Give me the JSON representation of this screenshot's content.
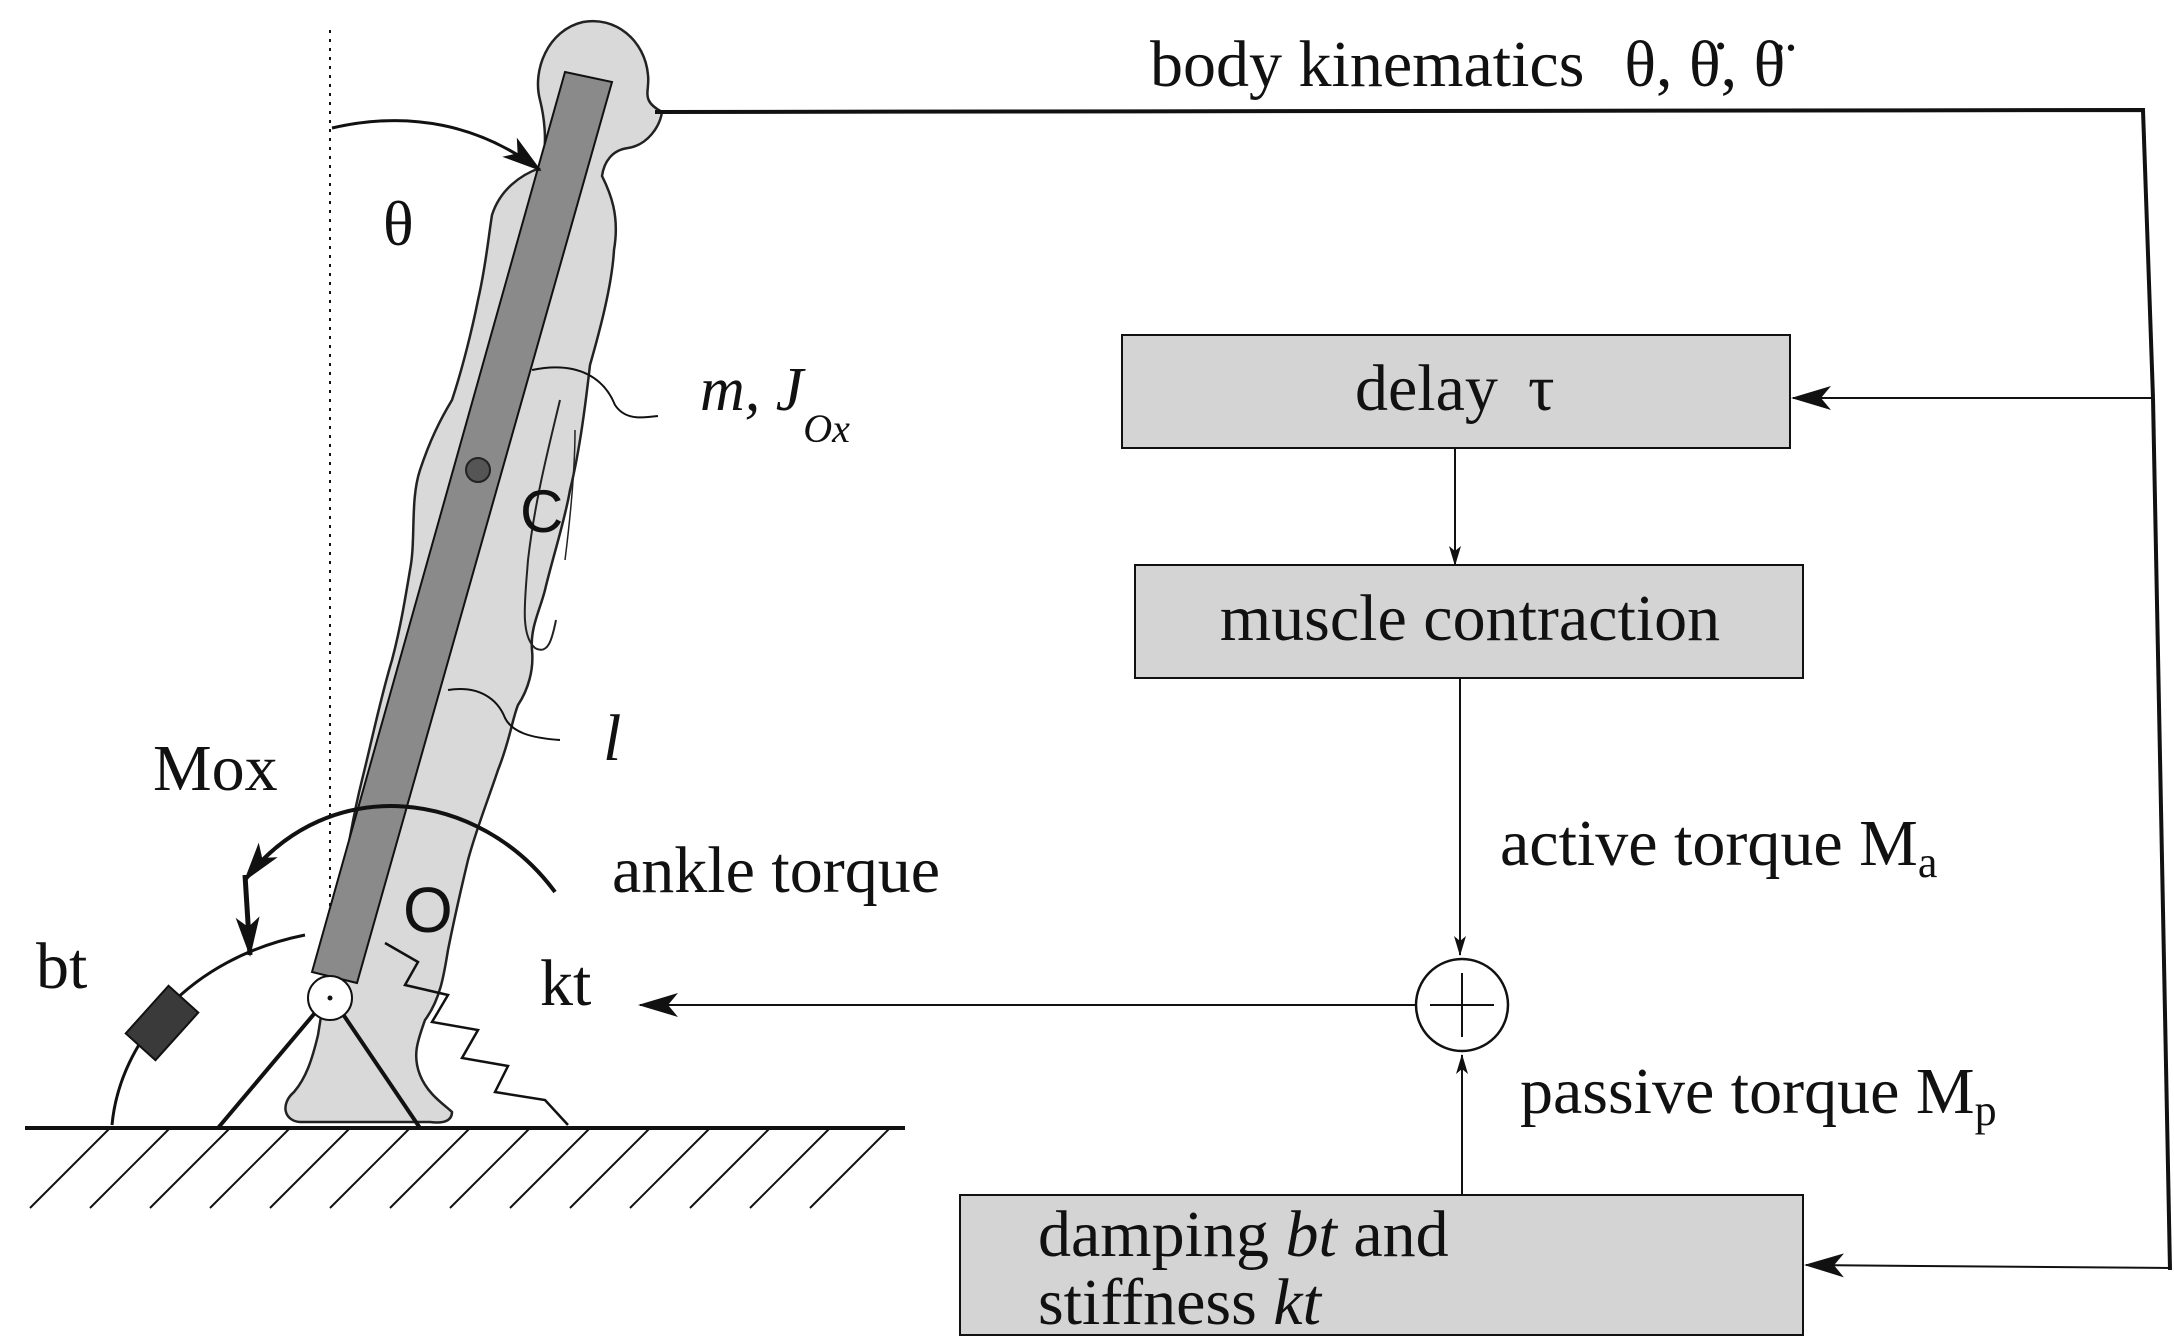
{
  "top_label": {
    "text": "body kinematics",
    "vars": "θ, θ̇, θ̈"
  },
  "boxes": {
    "delay": {
      "word": "delay",
      "symbol": "τ"
    },
    "muscle": "muscle contraction",
    "damping": {
      "line1_a": "damping ",
      "line1_b": "bt",
      "line1_c": " and",
      "line2_a": "stiffness ",
      "line2_b": "kt"
    }
  },
  "signals": {
    "active": {
      "text": "active torque M",
      "sub": "a"
    },
    "passive": {
      "text": "passive torque M",
      "sub": "p"
    }
  },
  "body_labels": {
    "theta": "θ",
    "mass": {
      "text": "m, J",
      "sub": "Ox"
    },
    "com": "C",
    "length": "l",
    "moment": "Mox",
    "ankle_torque": "ankle torque",
    "pivot": "O",
    "damper": "bt",
    "spring": "kt"
  },
  "colors": {
    "box_fill": "#d4d4d4",
    "silhouette": "#d9d9d9",
    "rod": "#8a8a8a",
    "damper": "#3a3a3a",
    "line": "#111111"
  }
}
